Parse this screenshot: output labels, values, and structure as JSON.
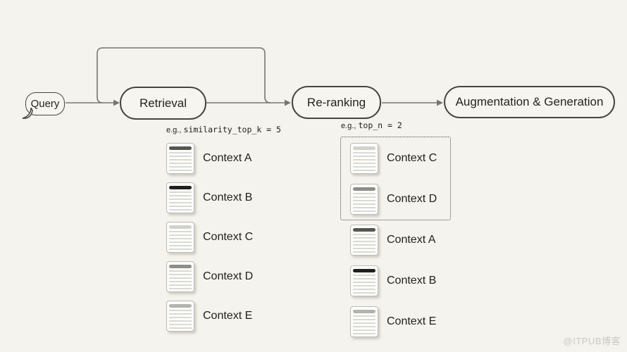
{
  "background_color": "#f5f3ed",
  "diagram": {
    "line_color": "#76766e",
    "node_border_color": "#45453f",
    "selection_box_border": "#4a4a44",
    "query": {
      "label": "Query"
    },
    "nodes": {
      "retrieval": {
        "label": "Retrieval"
      },
      "reranking": {
        "label": "Re-ranking"
      },
      "auggen": {
        "label": "Augmentation & Generation"
      }
    },
    "params": {
      "retrieval": {
        "prefix": "e.g.,",
        "code": "similarity_top_k = 5"
      },
      "reranking": {
        "prefix": "e.g.,",
        "code": "top_n = 2"
      }
    },
    "columns": {
      "retrieval": {
        "items": [
          {
            "label": "Context A",
            "bar_color": "#565650"
          },
          {
            "label": "Context B",
            "bar_color": "#20201c"
          },
          {
            "label": "Context C",
            "bar_color": "#d2d2cc"
          },
          {
            "label": "Context D",
            "bar_color": "#8e8e88"
          },
          {
            "label": "Context E",
            "bar_color": "#b3b3ad"
          }
        ]
      },
      "reranking": {
        "selected_count": 2,
        "items": [
          {
            "label": "Context C",
            "bar_color": "#d2d2cc"
          },
          {
            "label": "Context D",
            "bar_color": "#8e8e88"
          },
          {
            "label": "Context A",
            "bar_color": "#565650"
          },
          {
            "label": "Context B",
            "bar_color": "#20201c"
          },
          {
            "label": "Context E",
            "bar_color": "#b3b3ad"
          }
        ]
      }
    }
  },
  "watermark": {
    "text": "@ITPUB博客"
  }
}
